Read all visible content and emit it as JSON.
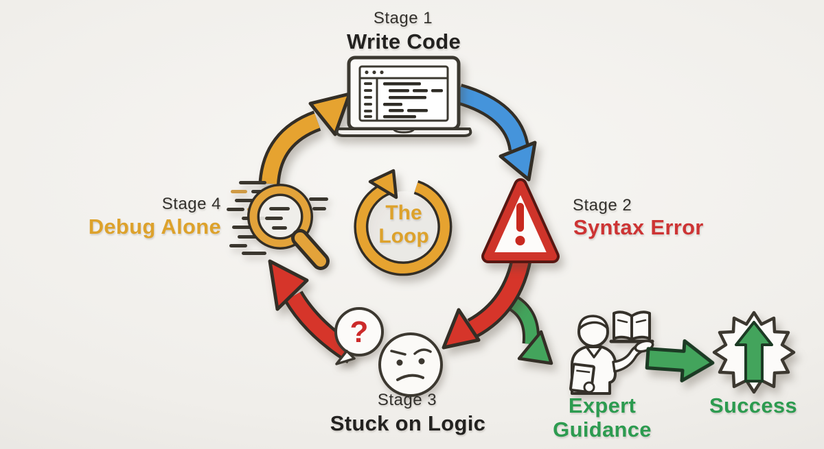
{
  "diagram_title": "",
  "colors": {
    "gold": "#e6a330",
    "blue": "#4594db",
    "red": "#d6352a",
    "green": "#43a45c",
    "outline_dark": "#332e26",
    "text_dark": "#232220",
    "text_red": "#cd3434",
    "text_gold": "#dda22c",
    "text_green": "#2d9b50",
    "background": "#f0eeea"
  },
  "stages": [
    {
      "stage_label": "Stage 1",
      "title": "Write Code",
      "icon": "laptop-code-icon"
    },
    {
      "stage_label": "Stage 2",
      "title": "Syntax Error",
      "icon": "warning-triangle-icon"
    },
    {
      "stage_label": "Stage 3",
      "title": "Stuck on Logic",
      "icon": "confused-face-icon"
    },
    {
      "stage_label": "Stage 4",
      "title": "Debug Alone",
      "icon": "magnifier-code-icon"
    }
  ],
  "center_loop": {
    "line1": "The",
    "line2": "Loop"
  },
  "bubble": {
    "question_mark": "?"
  },
  "outcomes": {
    "expert": {
      "line1": "Expert",
      "line2": "Guidance",
      "icon": "mentor-with-book-icon"
    },
    "success": {
      "label": "Success",
      "icon": "starburst-up-arrow-icon"
    }
  },
  "arrows": [
    {
      "name": "stage4-to-stage1",
      "color": "#e6a330",
      "style": "curved"
    },
    {
      "name": "stage1-to-stage2",
      "color": "#4594db",
      "style": "curved"
    },
    {
      "name": "stage2-to-stage3",
      "color": "#d6352a",
      "style": "curved"
    },
    {
      "name": "stage3-to-stage4",
      "color": "#d6352a",
      "style": "curved"
    },
    {
      "name": "stage2-branch-to-expert",
      "color": "#43a45c",
      "style": "curved"
    },
    {
      "name": "expert-to-success",
      "color": "#43a45c",
      "style": "straight"
    },
    {
      "name": "center-loop-ring",
      "color": "#e6a330",
      "style": "circular"
    }
  ]
}
